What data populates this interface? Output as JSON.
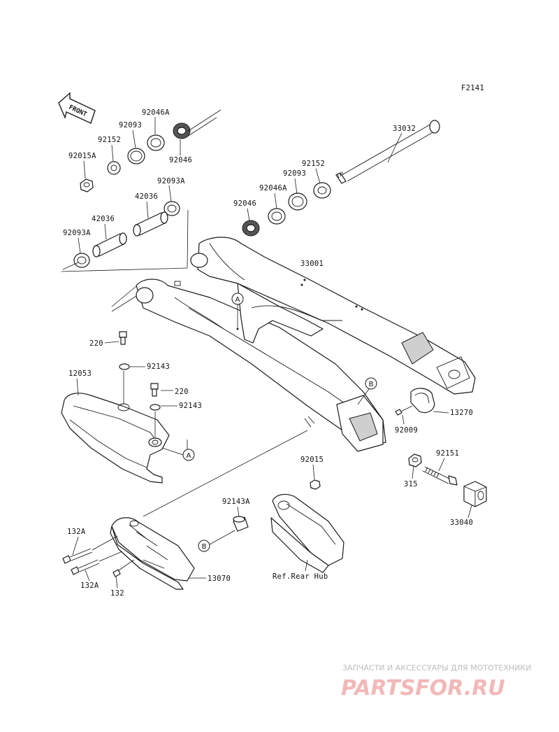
{
  "figure_code": "F2141",
  "front_label": "FRONT",
  "part_labels": {
    "p33032": "33032",
    "p92046A_top": "92046A",
    "p92093_top": "92093",
    "p92152_top": "92152",
    "p92015A": "92015A",
    "p92046_top": "92046",
    "p92093A_top": "92093A",
    "p42036_top": "42036",
    "p42036_left": "42036",
    "p92093A_left": "92093A",
    "p92152_right": "92152",
    "p92093_right": "92093",
    "p92046A_right": "92046A",
    "p92046_right": "92046",
    "p33001": "33001",
    "p220_a": "220",
    "p92143_a": "92143",
    "p12053": "12053",
    "p220_b": "220",
    "p92143_b": "92143",
    "p13270": "13270",
    "p92009": "92009",
    "p92015": "92015",
    "p92151": "92151",
    "p315": "315",
    "p92143A": "92143A",
    "p33040": "33040",
    "p132A_top": "132A",
    "p132A_bottom": "132A",
    "p132": "132",
    "p13070": "13070",
    "ref_rear_hub": "Ref.Rear Hub"
  },
  "callouts": {
    "a_swingarm": "A",
    "a_guard": "A",
    "b_swingarm": "B",
    "b_guide": "B"
  },
  "watermark": {
    "line1": "ЗАПЧАСТИ И АКСЕССУАРЫ ДЛЯ МОТОТЕХНИКИ",
    "line2": "PARTSFOR.RU"
  },
  "colors": {
    "line": "#1a1a1a",
    "watermark_text": "#bdbdbd",
    "watermark_logo": "#f2b8b8"
  }
}
